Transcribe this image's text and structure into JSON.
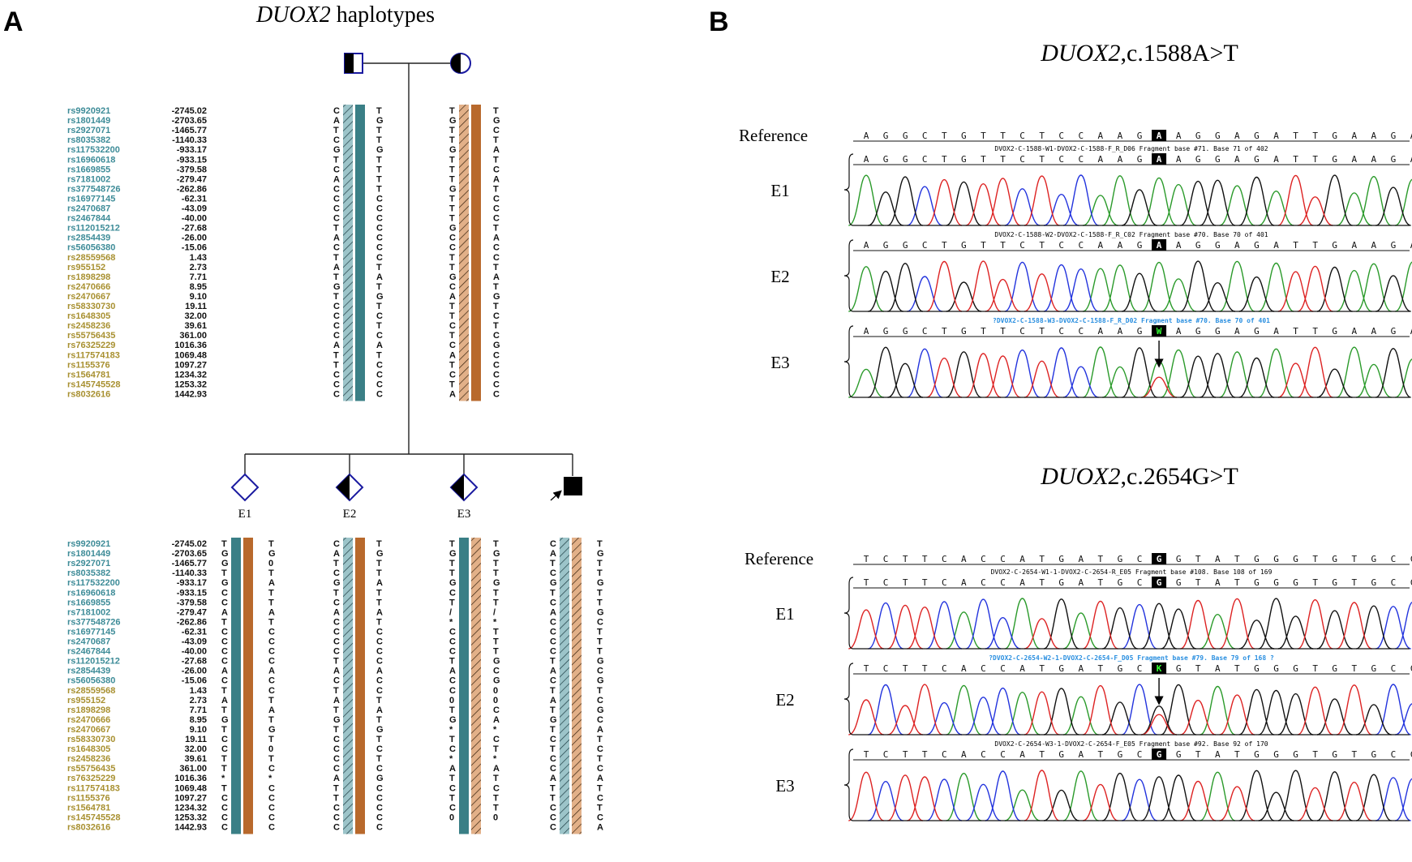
{
  "panel_a": {
    "label": "A",
    "title_gene": "DUOX2",
    "title_rest": " haplotypes",
    "snp_ids": [
      "rs9920921",
      "rs1801449",
      "rs2927071",
      "rs8035382",
      "rs117532200",
      "rs16960618",
      "rs1669855",
      "rs7181002",
      "rs377548726",
      "rs16977145",
      "rs2470687",
      "rs2467844",
      "rs112015212",
      "rs2854439",
      "rs56056380",
      "rs28559568",
      "rs955152",
      "rs1898298",
      "rs2470666",
      "rs2470667",
      "rs58330730",
      "rs1648305",
      "rs2458236",
      "rs55756435",
      "rs76325229",
      "rs117574183",
      "rs1155376",
      "rs1564781",
      "rs145745528",
      "rs8032616"
    ],
    "positions": [
      "-2745.02",
      "-2703.65",
      "-1465.77",
      "-1140.33",
      "-933.17",
      "-933.15",
      "-379.58",
      "-279.47",
      "-262.86",
      "-62.31",
      "-43.09",
      "-40.00",
      "-27.68",
      "-26.00",
      "-15.06",
      "1.43",
      "2.73",
      "7.71",
      "8.95",
      "9.10",
      "19.11",
      "32.00",
      "39.61",
      "361.00",
      "1016.36",
      "1069.48",
      "1097.27",
      "1234.32",
      "1253.32",
      "1442.93"
    ],
    "colors": {
      "snp_teal": "#3e8c98",
      "snp_gold": "#a89030",
      "teal_solid": "#3a7f86",
      "teal_hatched": "#9cc4c9",
      "orange_solid": "#b8692c",
      "orange_hatched": "#e2b088",
      "symbol_border": "#1a1aa0"
    },
    "individuals": [
      {
        "id": "father",
        "symbol": "square-half",
        "label": "",
        "left_bar": "teal_hatched",
        "right_bar": "teal_solid",
        "left": "CATCGTCACCCCTACTATGTCCCCATTCCC",
        "right": "TGTTGTTTTCCCCCCCTATGTCTCATCCCC"
      },
      {
        "id": "mother",
        "symbol": "circle-half",
        "label": "",
        "left_bar": "orange_hatched",
        "right_bar": "orange_solid",
        "left": "TGTTGTTTGTTTGCCTTGCATTCTCATCTA",
        "right": "TGCTATCATCCCTACCTATGTCTCGCCCCC"
      },
      {
        "id": "e1",
        "symbol": "diamond-empty",
        "label": "E1",
        "left_bar": "teal_solid",
        "right_bar": "orange_solid",
        "left": "TGGTGCCATCCCCACTATGTCCTT*TCCCC",
        "right": "TG0TATTATCCCCACCTATGT0TC*CCCCC"
      },
      {
        "id": "e2",
        "symbol": "diamond-half",
        "label": "E2",
        "left_bar": "teal_hatched",
        "right_bar": "orange_solid",
        "left": "CATCGTCACCCCTACTATGTCCCCATTCCC",
        "right": "TGTTATTATCCCCACCTATGTCTCGCCCCC"
      },
      {
        "id": "e3",
        "symbol": "diamond-half",
        "label": "E3",
        "left_bar": "teal_solid",
        "right_bar": "orange_hatched",
        "left": "TGTTGCT/*CCCTACC0TG*TC*ATCTC0",
        "right": "TGTTGTT/*TTTGCG00CA*CT*ATCTT0"
      },
      {
        "id": "proband",
        "symbol": "square-filled",
        "label": "",
        "left_bar": "teal_hatched",
        "right_bar": "orange_hatched",
        "left": "CATCGTCACCCCTACTATGTCTCCATTCCC",
        "right": "TGTTGTTGCTTTGCGTCGCATCTCATCTCA"
      }
    ]
  },
  "panel_b": {
    "label": "B",
    "sections": [
      {
        "title_gene": "DUOX2",
        "title_rest": ",c.1588A>T",
        "reference_label": "Reference",
        "bases": [
          "A",
          "G",
          "G",
          "C",
          "T",
          "G",
          "T",
          "T",
          "C",
          "T",
          "C",
          "C",
          "A",
          "A",
          "G",
          "A",
          "A",
          "G",
          "G",
          "A",
          "G",
          "A",
          "T",
          "T",
          "G",
          "A",
          "A",
          "G",
          "A"
        ],
        "highlight": 15,
        "arrow_row": 2,
        "rows": [
          {
            "label": "E1",
            "header": "DVOX2-C-1588-W1-DVOX2-C-1588-F_R_D06 Fragment base #71. Base 71 of 402",
            "header_color": "#000000",
            "highlight_base": "A"
          },
          {
            "label": "E2",
            "header": "DVOX2-C-1588-W2-DVOX2-C-1588-F_R_C02 Fragment base #70. Base 70 of 401",
            "header_color": "#000000",
            "highlight_base": "A"
          },
          {
            "label": "E3",
            "header": "?DVOX2-C-1588-W3-DVOX2-C-1588-F_R_D02 Fragment base #70. Base 70 of 401",
            "header_color": "#2a8fe0",
            "highlight_base": "W"
          }
        ]
      },
      {
        "title_gene": "DUOX2",
        "title_rest": ",c.2654G>T",
        "reference_label": "Reference",
        "bases": [
          "T",
          "C",
          "T",
          "T",
          "C",
          "A",
          "C",
          "C",
          "A",
          "T",
          "G",
          "A",
          "T",
          "G",
          "C",
          "G",
          "G",
          "T",
          "A",
          "T",
          "G",
          "G",
          "G",
          "T",
          "G",
          "T",
          "G",
          "C",
          "C"
        ],
        "highlight": 15,
        "arrow_row": 1,
        "rows": [
          {
            "label": "E1",
            "header": "DVOX2-C-2654-W1-1-DVOX2-C-2654-R_E05 Fragment base #108. Base 108 of 169",
            "header_color": "#000000",
            "highlight_base": "G"
          },
          {
            "label": "E2",
            "header": "?DVOX2-C-2654-W2-1-DVOX2-C-2654-F_D05 Fragment base #79. Base 79 of 168 ?",
            "header_color": "#2a8fe0",
            "highlight_base": "K"
          },
          {
            "label": "E3",
            "header": "DVOX2-C-2654-W3-1-DVOX2-C-2654-F_E05 Fragment base #92. Base 92 of 170",
            "header_color": "#000000",
            "highlight_base": "G"
          }
        ]
      }
    ]
  }
}
